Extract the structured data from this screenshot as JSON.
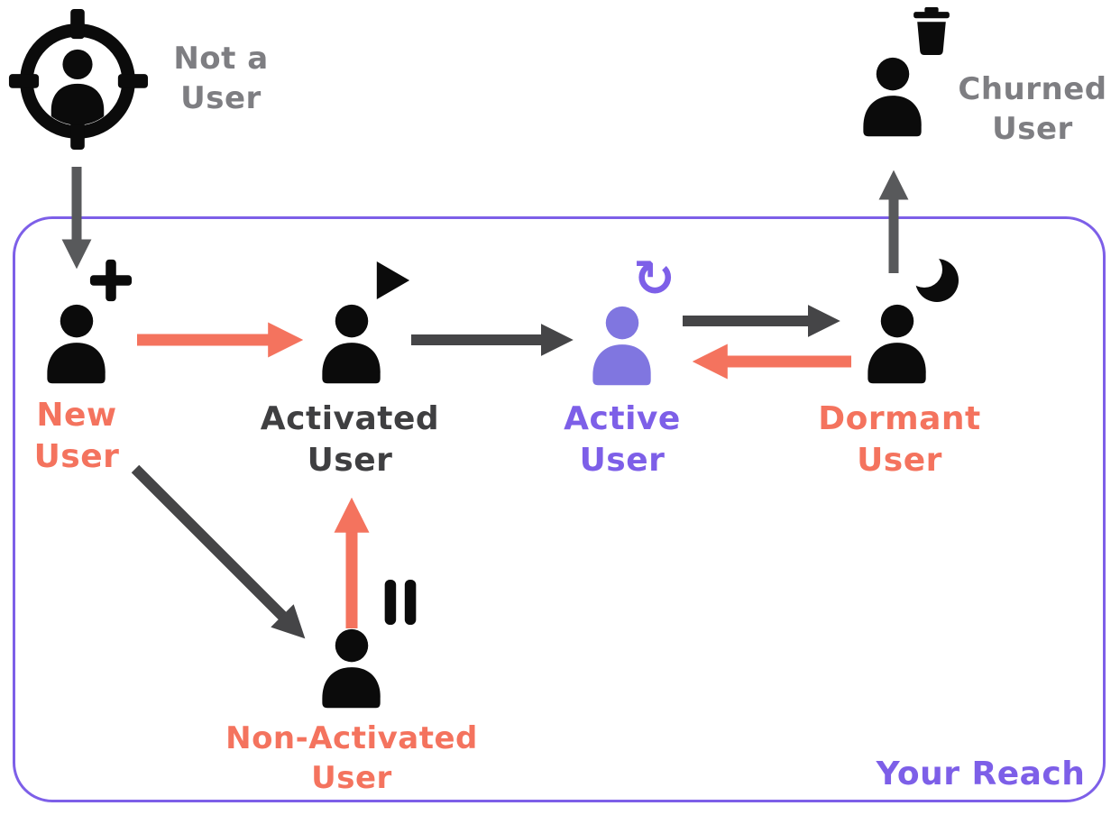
{
  "diagram": {
    "boundary_label": "Your Reach",
    "colors": {
      "coral": "#F4735E",
      "purple": "#7D5FE8",
      "purple_person": "#8076E0",
      "dark": "#454547",
      "gray_arrow": "#58595B",
      "gray_text": "#7E7E82",
      "dark_text": "#3F3F41",
      "black": "#0B0B0B"
    },
    "nodes": {
      "not_a_user": {
        "label": "Not a\nUser",
        "icon": "target-person",
        "label_color": "gray"
      },
      "new_user": {
        "label": "New\nUser",
        "icon": "person-plus",
        "label_color": "coral"
      },
      "activated_user": {
        "label": "Activated\nUser",
        "icon": "person-play",
        "label_color": "dark"
      },
      "active_user": {
        "label": "Active\nUser",
        "icon": "person-refresh",
        "label_color": "purple"
      },
      "dormant_user": {
        "label": "Dormant\nUser",
        "icon": "person-moon",
        "label_color": "coral"
      },
      "churned_user": {
        "label": "Churned\nUser",
        "icon": "person-trash",
        "label_color": "gray"
      },
      "non_activated_user": {
        "label": "Non-Activated\nUser",
        "icon": "person-pause",
        "label_color": "coral"
      }
    },
    "icons": {
      "refresh_glyph": "↻"
    },
    "edges": [
      {
        "from": "Not a User",
        "to": "New User",
        "color": "gray"
      },
      {
        "from": "New User",
        "to": "Activated User",
        "color": "coral"
      },
      {
        "from": "New User",
        "to": "Non-Activated User",
        "color": "dark"
      },
      {
        "from": "Non-Activated User",
        "to": "Activated User",
        "color": "coral"
      },
      {
        "from": "Activated User",
        "to": "Active User",
        "color": "dark"
      },
      {
        "from": "Active User",
        "to": "Dormant User",
        "color": "dark"
      },
      {
        "from": "Dormant User",
        "to": "Active User",
        "color": "coral"
      },
      {
        "from": "Dormant User",
        "to": "Churned User",
        "color": "gray"
      }
    ]
  }
}
